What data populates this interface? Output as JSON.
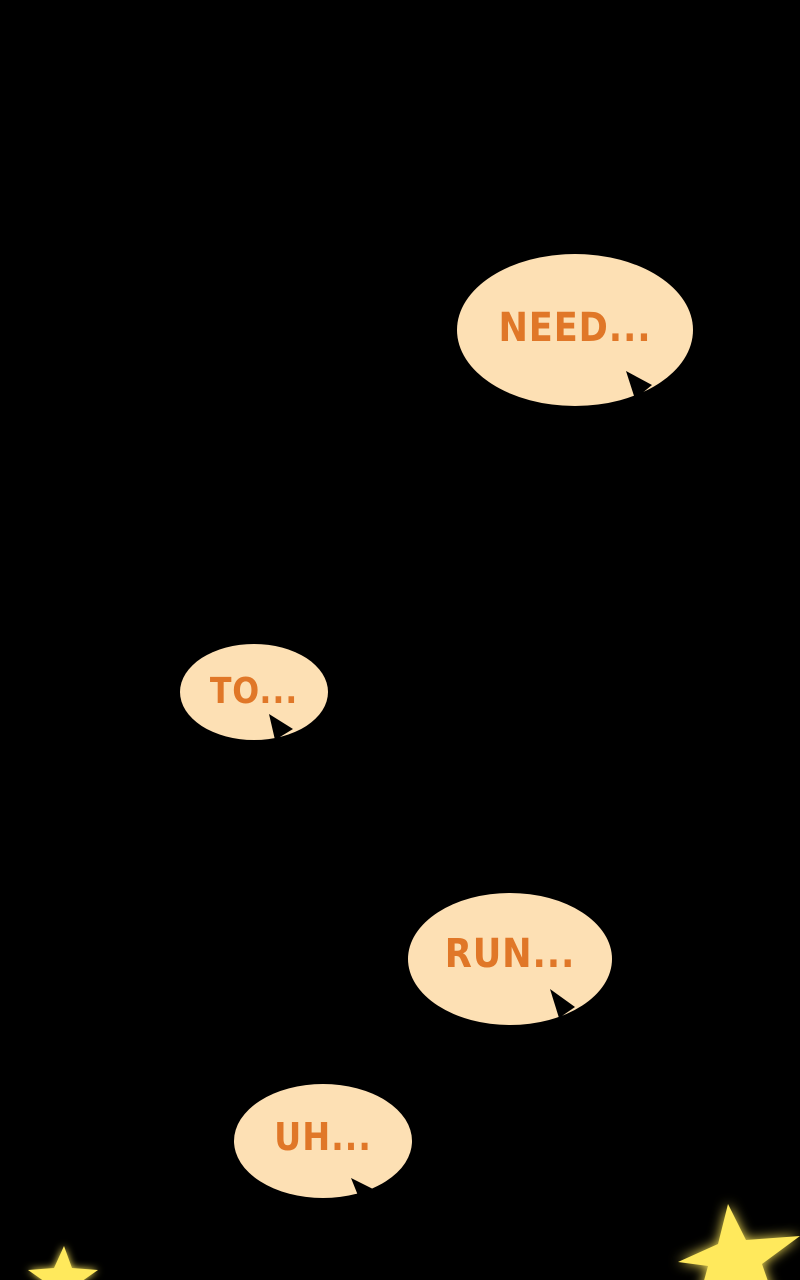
{
  "colors": {
    "background": "#000000",
    "bubble_fill": "#fde0b4",
    "bubble_text": "#e07728",
    "star": "#ffe95c"
  },
  "bubbles": [
    {
      "text": "NEED..."
    },
    {
      "text": "TO..."
    },
    {
      "text": "RUN..."
    },
    {
      "text": "UH..."
    }
  ],
  "decorations": {
    "icons": [
      "star-icon",
      "star-icon"
    ]
  }
}
